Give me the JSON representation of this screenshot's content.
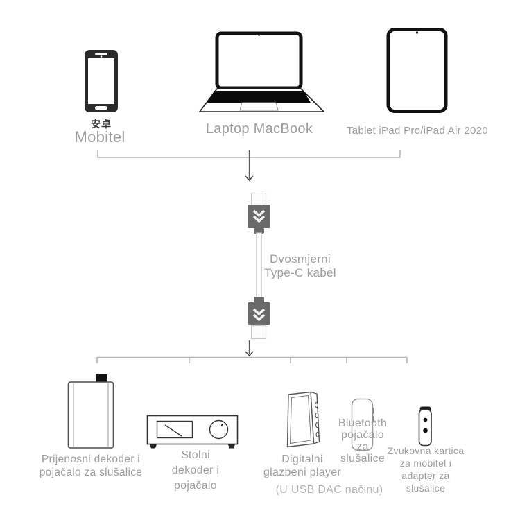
{
  "colors": {
    "background": "#ffffff",
    "label_gray": "#9e9e9e",
    "footnote_gray": "#b3b3b3",
    "device_black": "#1a1a1a",
    "connector_gray": "#6a6a6a",
    "bracket_gray": "#b3b3b3",
    "arrow_gray": "#5a5a5a"
  },
  "top_devices": [
    {
      "icon": "phone-icon",
      "sub": "安卓",
      "label": "Mobitel"
    },
    {
      "icon": "laptop-icon",
      "label": "Laptop MacBook"
    },
    {
      "icon": "tablet-icon",
      "label": "Tablet iPad Pro/iPad Air 2020"
    }
  ],
  "cable": {
    "icon": "typec-cable-icon",
    "lines": [
      "Dvosmjerni",
      "Type-C kabel"
    ]
  },
  "bottom_devices": [
    {
      "icon": "portable-dac-icon",
      "lines": [
        "Prijenosni dekoder i",
        "pojačalo za slušalice"
      ]
    },
    {
      "icon": "desktop-amp-icon",
      "lines": [
        "Stolni",
        "dekoder i",
        "pojačalo"
      ]
    },
    {
      "icon": "dap-icon",
      "lines": [
        "Digitalni",
        "glazbeni player"
      ]
    },
    {
      "icon": "bt-amp-icon",
      "lines": [
        "Bluetooth",
        "pojačalo",
        "za",
        "slušalice"
      ]
    },
    {
      "icon": "soundcard-icon",
      "lines": [
        "Zvukovna kartica",
        "za mobitel i",
        "adapter za",
        "slušalice"
      ]
    }
  ],
  "footnote": "(U USB DAC načinu)"
}
